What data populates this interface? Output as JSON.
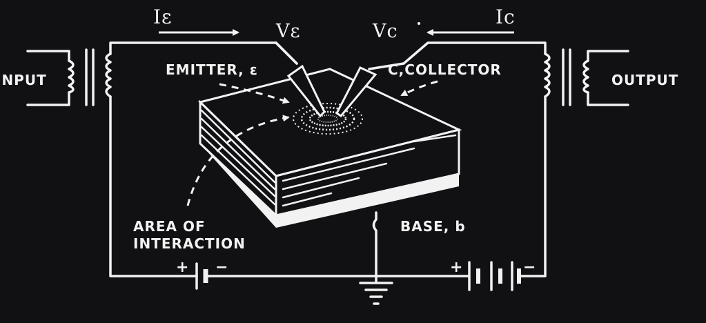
{
  "labels": {
    "current_emitter": "Iε",
    "current_collector": "Ic",
    "voltage_emitter": "Vε",
    "voltage_collector": "Vc",
    "emitter": "EMITTER, ε",
    "collector": "C,COLLECTOR",
    "input": "INPUT",
    "output": "OUTPUT",
    "base": "BASE, b",
    "area_line1": "AREA OF",
    "area_line2": "INTERACTION",
    "plus": "+",
    "minus": "−"
  },
  "colors": {
    "background": "#111114",
    "ink": "#f2f2f2"
  }
}
